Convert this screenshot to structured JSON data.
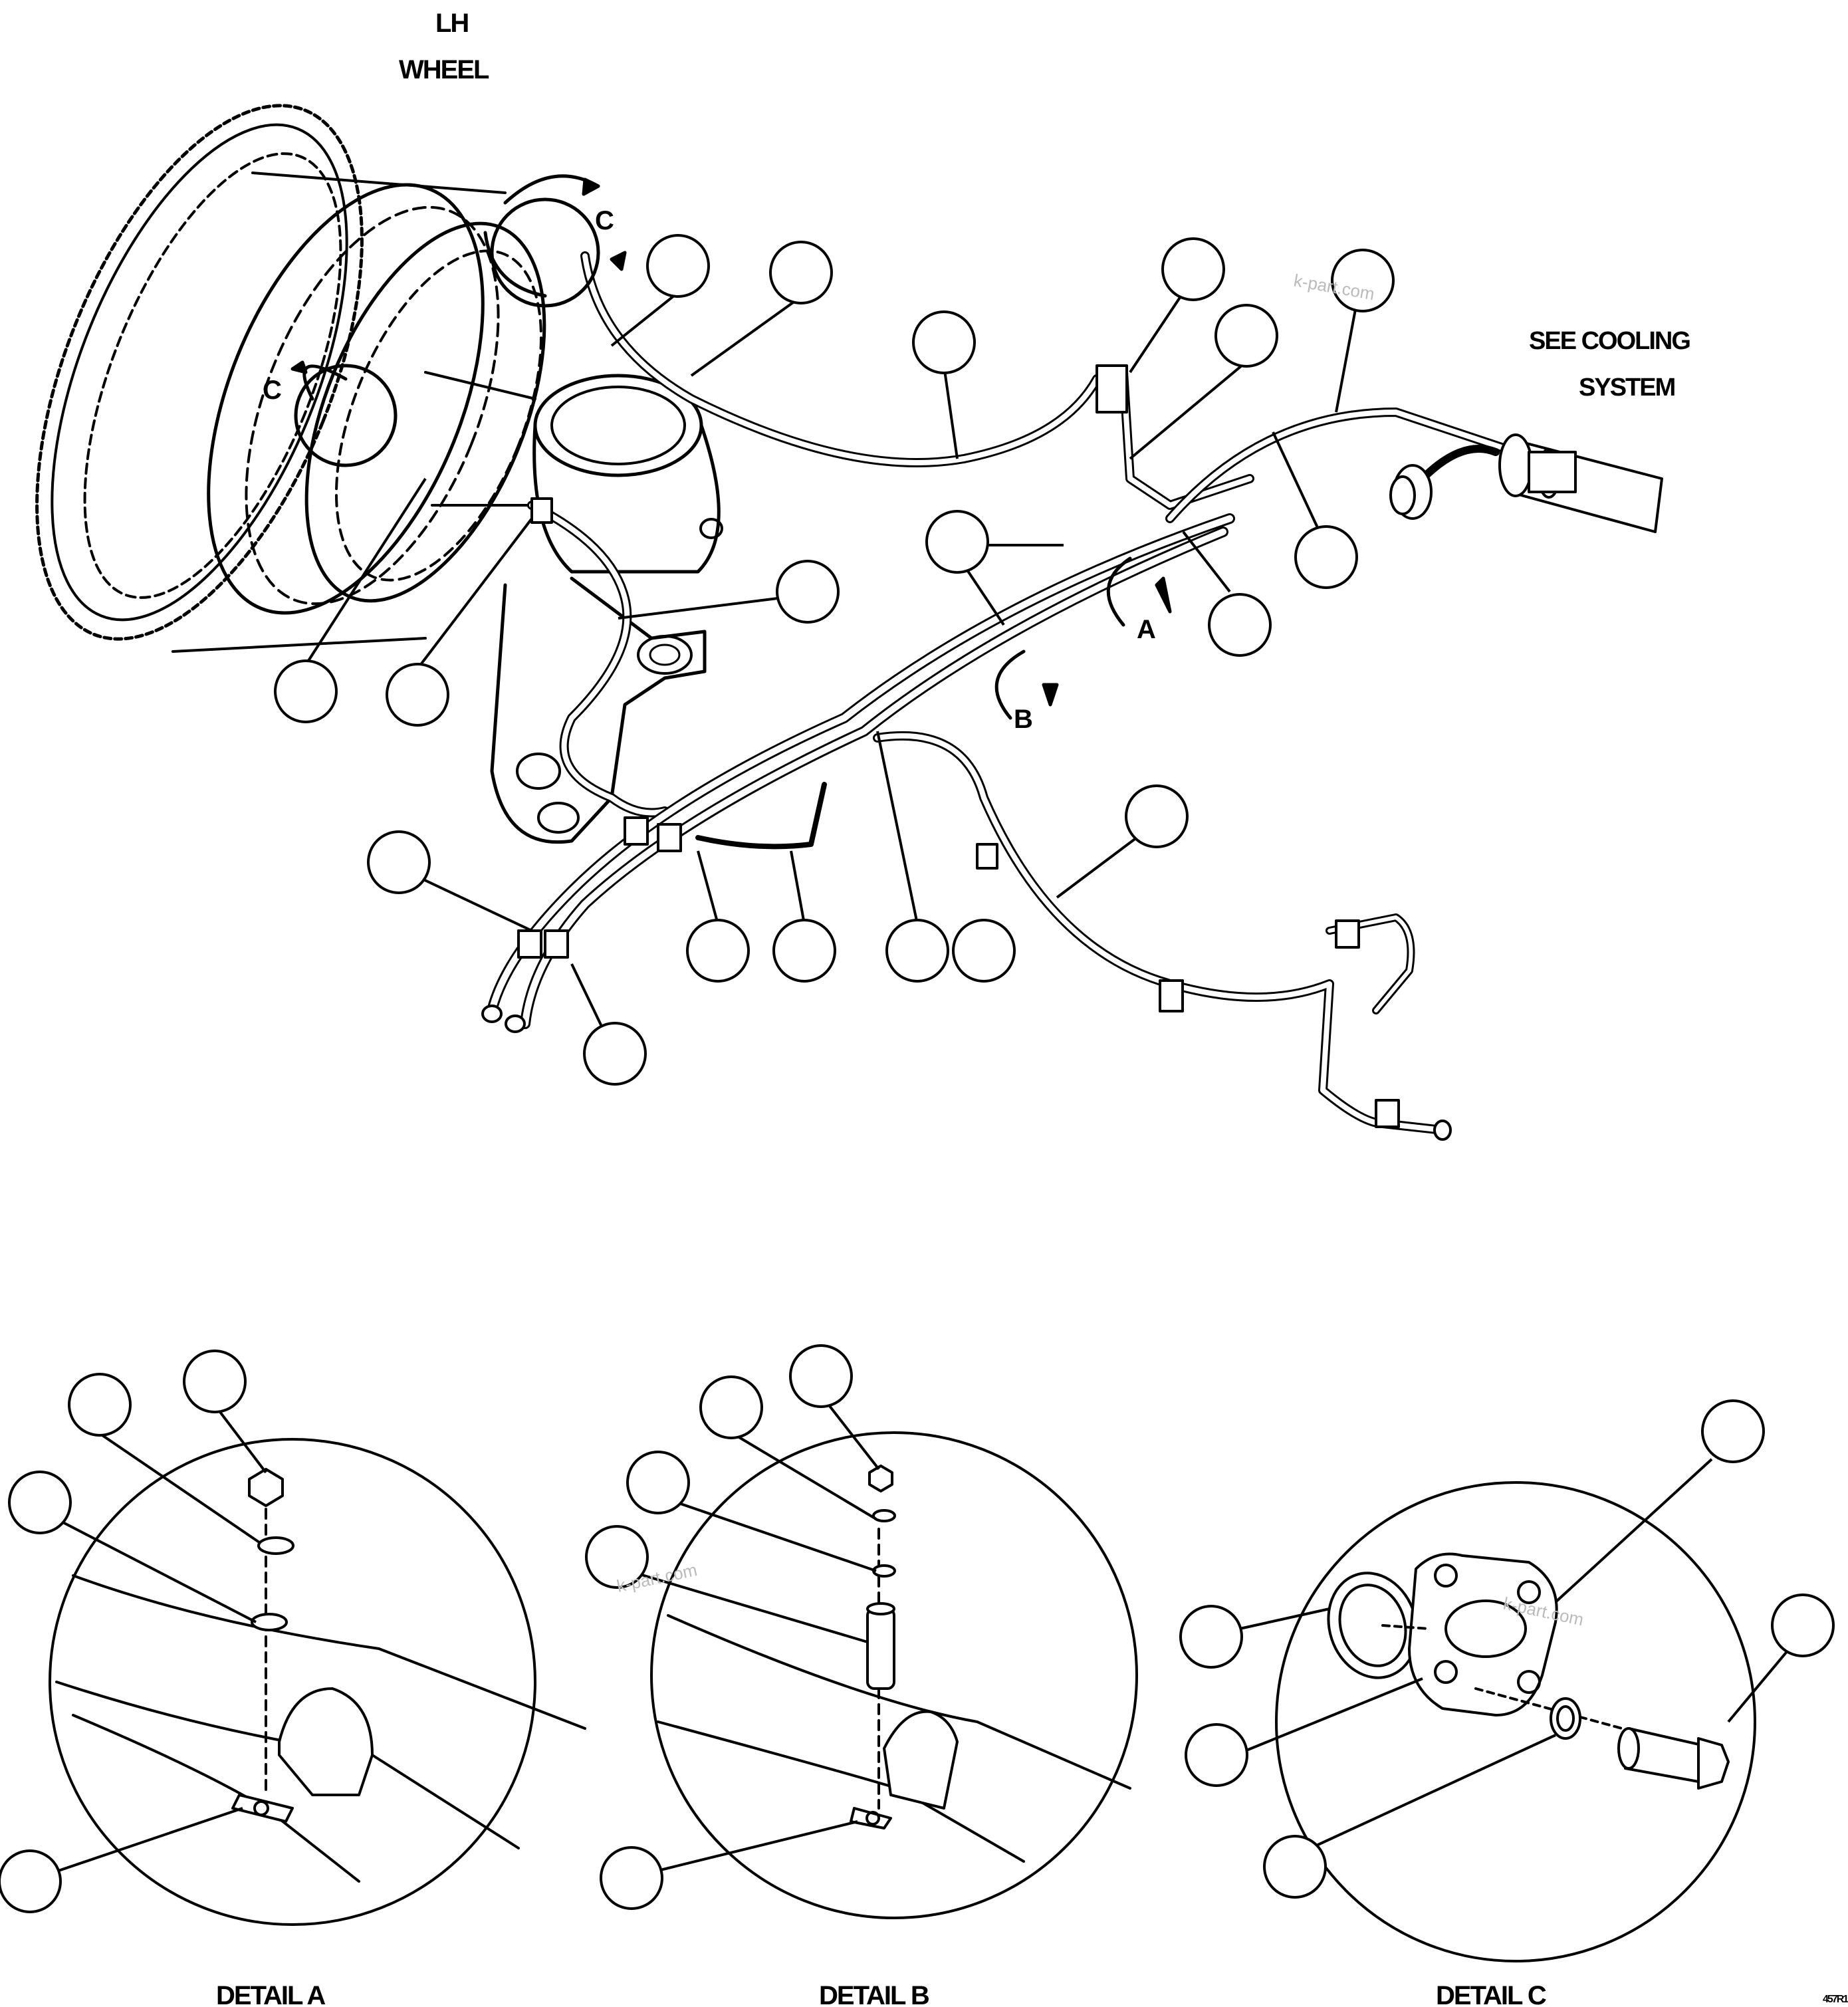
{
  "labels": {
    "lh": "LH",
    "wheel": "WHEEL",
    "see_cooling": "SEE COOLING",
    "system": "SYSTEM",
    "view_c": "C",
    "view_a": "A",
    "view_b": "B"
  },
  "details": {
    "a": "DETAIL A",
    "b": "DETAIL B",
    "c": "DETAIL C"
  },
  "figure_code": "457R1",
  "watermark": "k-part.com"
}
